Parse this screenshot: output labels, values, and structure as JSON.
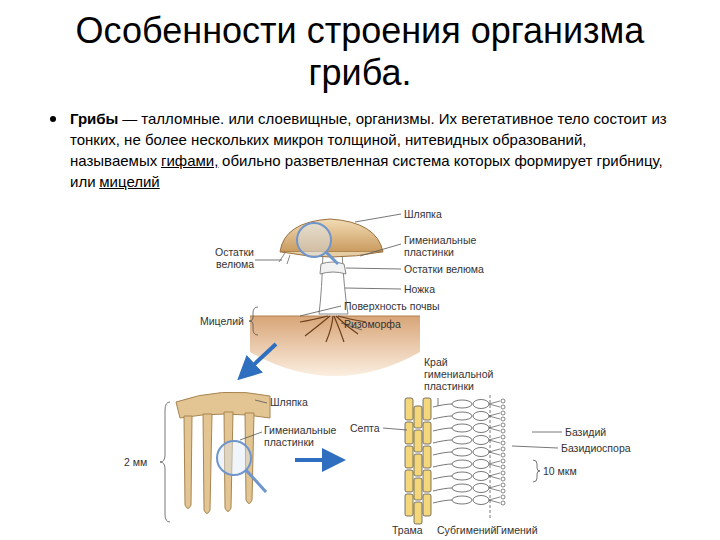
{
  "diagram": {
    "title": "Особенности строения организма гриба.",
    "labels": [
      "Грибы",
      "— талломные. или слоевищные, организмы. Их вегетативное тело состоит из тонких, не более нескольких микрон толщиной, нитевидных образований, называемых",
      "гифами,",
      "обильно разветвленная система которых формирует грибницу, или",
      "мицелий",
      "Остатки велюма",
      "Шляпка",
      "Гимениальные пластинки",
      "Остатки велюма",
      "Ножка",
      "Поверхность почвы",
      "Ризоморфа",
      "Мицелий",
      "Шляпка",
      "Гимениальные пластинки",
      "2 мм",
      "Край гимениальной пластинки",
      "Септа",
      "Базидий",
      "Базидиоспора",
      "10 мкм",
      "Трама",
      "Субгимений",
      "Гимений"
    ]
  }
}
